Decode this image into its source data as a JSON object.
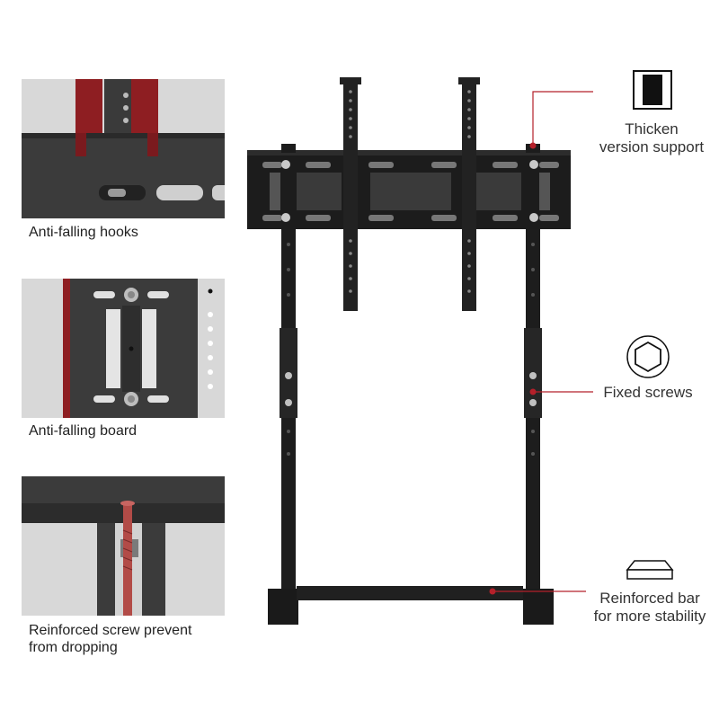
{
  "captions": {
    "hooks": "Anti-falling hooks",
    "board": "Anti-falling board",
    "screw_line1": "Reinforced screw prevent",
    "screw_line2": "from dropping"
  },
  "callouts": {
    "thicken_line1": "Thicken",
    "thicken_line2": "version support",
    "fixed_screws": "Fixed screws",
    "bar_line1": "Reinforced bar",
    "bar_line2": "for more stability"
  },
  "icons": {
    "thicken": "thicken-support-icon",
    "fixed_screws": "hex-nut-icon",
    "reinforced_bar": "reinforced-bar-icon"
  },
  "colors": {
    "accent_red": "#b5202a",
    "steel": "#222222",
    "panel_bg": "#d6d6d6"
  }
}
